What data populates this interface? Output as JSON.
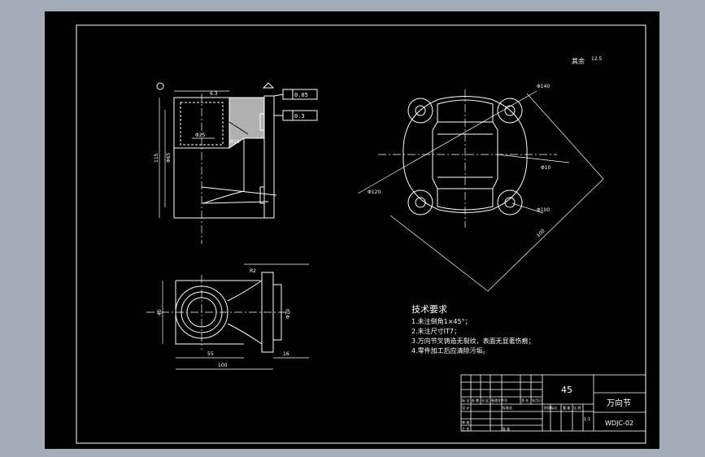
{
  "drawing": {
    "roughness_symbol": "其余",
    "roughness_value": "12.5",
    "material": "45",
    "part_name": "万向节",
    "drawing_number": "WDJC-02",
    "scale": "1:1"
  },
  "requirements": {
    "title": "技术要求",
    "items": [
      "1.未注倒角1×45°；",
      "2.未注尺寸IT7；",
      "3.万向节叉铸造无裂纹，表面无显著伤痕；",
      "4.零件加工后应清除污垢。"
    ]
  },
  "dimensions": {
    "front_top": "6.3",
    "flatness": "0.05",
    "perpendicularity": "0.3",
    "bore": "Φ25",
    "height_a": "115",
    "height_b": "Φ65",
    "side_a": "R10",
    "circle_1": "Φ120",
    "circle_2": "Φ140",
    "hole_1": "Φ10",
    "hole_2": "Φ100",
    "diag": "100",
    "top_width": "40",
    "top_len": "100",
    "top_len2": "55",
    "top_right": "16",
    "top_dia": "Φ70",
    "top_r": "R2"
  },
  "title_block": {
    "cells": [
      "标 记",
      "处 数",
      "分 区",
      "更改文件号",
      "签 名",
      "年月日",
      "设 计",
      "标准化",
      "阶段标记",
      "重 量",
      "比 例",
      "审 核",
      "工 艺",
      "批 准"
    ]
  }
}
